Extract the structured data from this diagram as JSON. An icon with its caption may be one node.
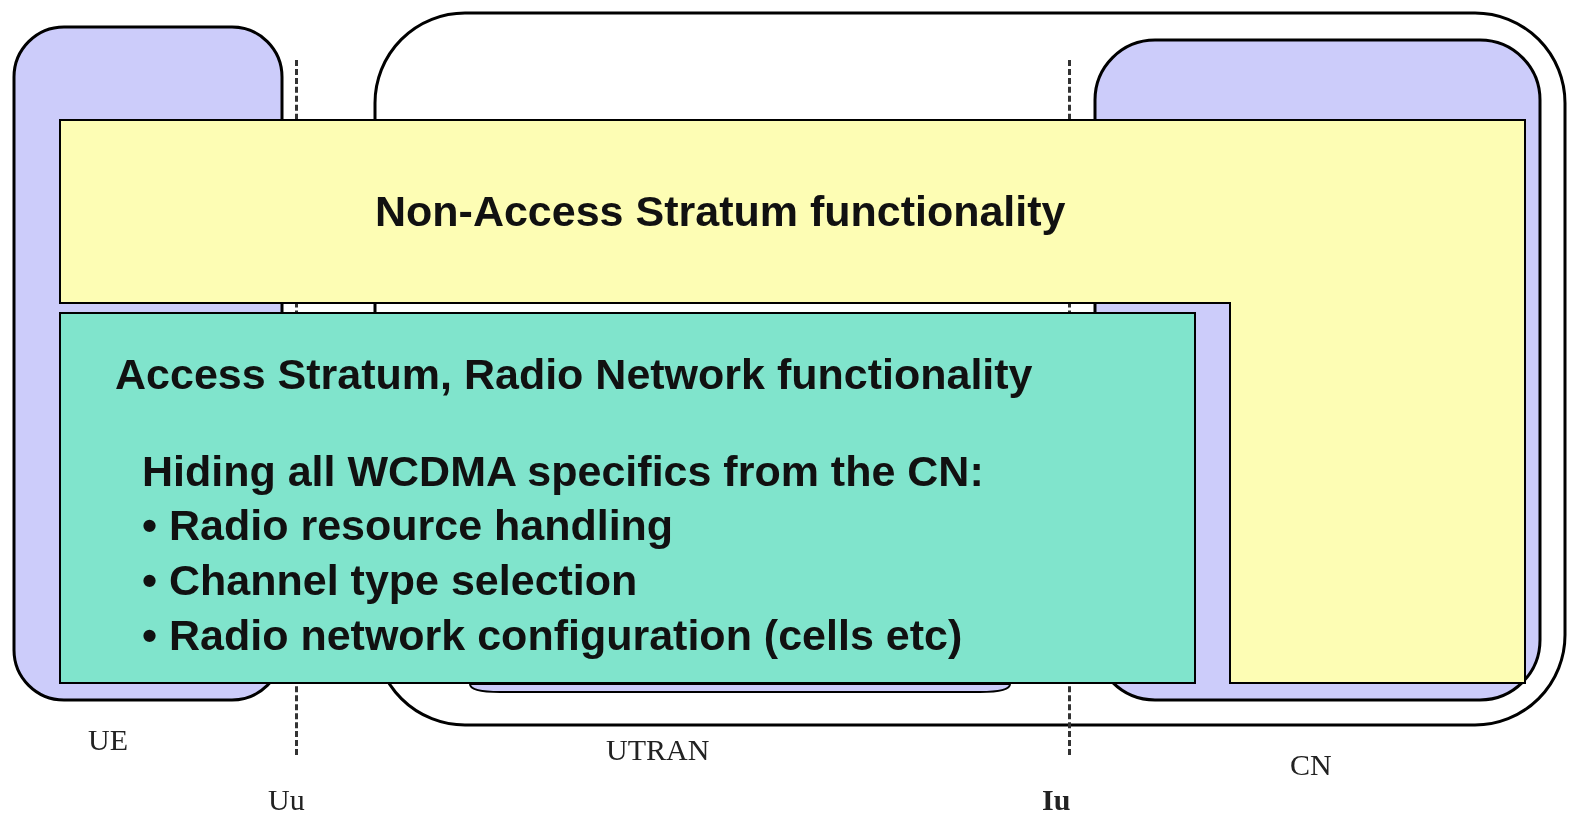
{
  "diagram": {
    "nodes": [
      {
        "text": [],
        "shape": "box",
        "beside": [
          "UE"
        ]
      },
      {
        "text": [],
        "shape": "box",
        "beside": [
          "UTRAN"
        ]
      },
      {
        "text": [],
        "shape": "box",
        "in": 1
      },
      {
        "text": [],
        "shape": "box",
        "in": 1
      },
      {
        "text": [
          "Non-Access Stratum functionality"
        ]
      },
      {
        "text": [
          "Access Stratum, Radio Network functionality",
          "Hiding all WCDMA specifics from the CN:",
          "• Radio resource handling",
          "• Channel type selection",
          "• Radio network configuration (cells etc)"
        ]
      }
    ],
    "edges": [],
    "labels": [
      "CN",
      "Uu",
      "Iu"
    ]
  }
}
